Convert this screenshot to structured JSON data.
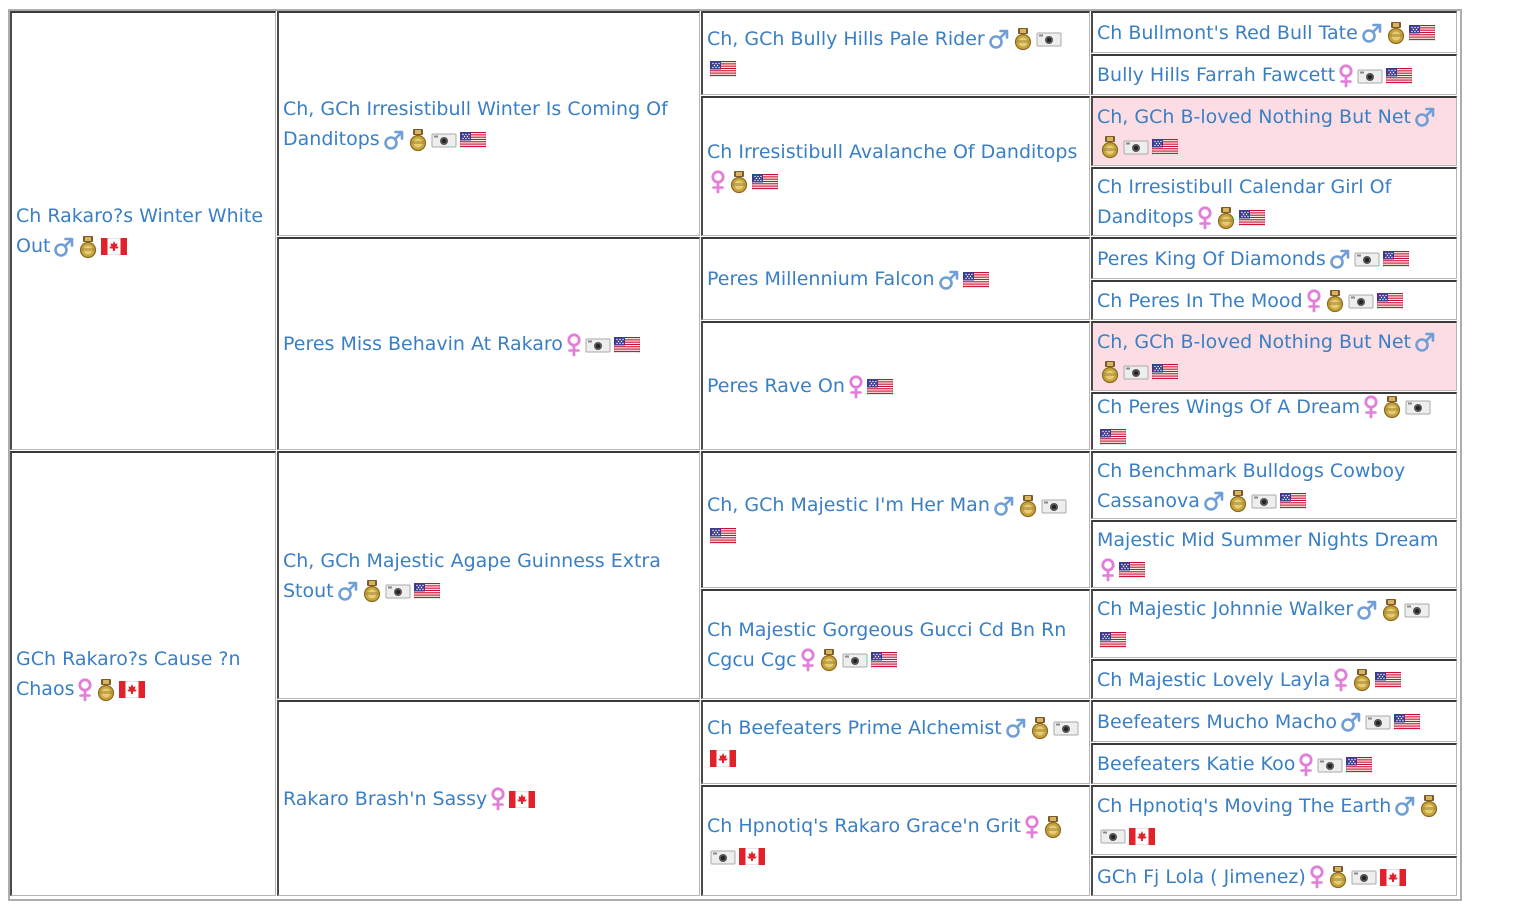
{
  "colors": {
    "link": "#3a7fc4",
    "highlight_bg": "#fcdde3",
    "border_dark": "#3a3a3a",
    "border_light": "#b6b6b6",
    "male_symbol": "#6f9fd6",
    "female_symbol": "#e27fd9",
    "medal": "#c8a53c"
  },
  "pedigree": [
    {
      "name": "Ch Rakaro?s Winter White Out",
      "icons": [
        "male-icon",
        "champion-medal-icon",
        "canada-flag-icon"
      ],
      "sire": {
        "name": "Ch, GCh Irresistibull Winter Is Coming Of Danditops",
        "icons": [
          "male-icon",
          "champion-medal-icon",
          "camera-icon",
          "usa-flag-icon"
        ],
        "sire": {
          "name": "Ch, GCh Bully Hills Pale Rider",
          "icons": [
            "male-icon",
            "champion-medal-icon",
            "camera-icon",
            "usa-flag-icon"
          ],
          "sire": {
            "name": "Ch Bullmont's Red Bull Tate",
            "icons": [
              "male-icon",
              "champion-medal-icon",
              "usa-flag-icon"
            ],
            "highlight": false
          },
          "dam": {
            "name": "Bully Hills Farrah Fawcett",
            "icons": [
              "female-icon",
              "camera-icon",
              "usa-flag-icon"
            ],
            "highlight": false
          }
        },
        "dam": {
          "name": "Ch Irresistibull Avalanche Of Danditops",
          "icons": [
            "female-icon",
            "champion-medal-icon",
            "usa-flag-icon"
          ],
          "sire": {
            "name": "Ch, GCh B-loved Nothing But Net",
            "icons": [
              "male-icon",
              "champion-medal-icon",
              "camera-icon",
              "usa-flag-icon"
            ],
            "highlight": true
          },
          "dam": {
            "name": "Ch Irresistibull Calendar Girl Of Danditops",
            "icons": [
              "female-icon",
              "champion-medal-icon",
              "usa-flag-icon"
            ],
            "highlight": false
          }
        }
      },
      "dam": {
        "name": "Peres Miss Behavin At Rakaro",
        "icons": [
          "female-icon",
          "camera-icon",
          "usa-flag-icon"
        ],
        "sire": {
          "name": "Peres Millennium Falcon",
          "icons": [
            "male-icon",
            "usa-flag-icon"
          ],
          "sire": {
            "name": "Peres King Of Diamonds",
            "icons": [
              "male-icon",
              "camera-icon",
              "usa-flag-icon"
            ],
            "highlight": false
          },
          "dam": {
            "name": "Ch Peres In The Mood",
            "icons": [
              "female-icon",
              "champion-medal-icon",
              "camera-icon",
              "usa-flag-icon"
            ],
            "highlight": false
          }
        },
        "dam": {
          "name": "Peres Rave On",
          "icons": [
            "female-icon",
            "usa-flag-icon"
          ],
          "sire": {
            "name": "Ch, GCh B-loved Nothing But Net",
            "icons": [
              "male-icon",
              "champion-medal-icon",
              "camera-icon",
              "usa-flag-icon"
            ],
            "highlight": true
          },
          "dam": {
            "name": "Ch Peres Wings Of A Dream",
            "icons": [
              "female-icon",
              "champion-medal-icon",
              "camera-icon",
              "usa-flag-icon"
            ],
            "highlight": false
          }
        }
      }
    },
    {
      "name": "GCh Rakaro?s Cause ?n Chaos",
      "icons": [
        "female-icon",
        "champion-medal-icon",
        "canada-flag-icon"
      ],
      "sire": {
        "name": "Ch, GCh Majestic Agape Guinness Extra Stout",
        "icons": [
          "male-icon",
          "champion-medal-icon",
          "camera-icon",
          "usa-flag-icon"
        ],
        "sire": {
          "name": "Ch, GCh Majestic I'm Her Man",
          "icons": [
            "male-icon",
            "champion-medal-icon",
            "camera-icon",
            "usa-flag-icon"
          ],
          "sire": {
            "name": "Ch Benchmark Bulldogs Cowboy Cassanova",
            "icons": [
              "male-icon",
              "champion-medal-icon",
              "camera-icon",
              "usa-flag-icon"
            ],
            "highlight": false
          },
          "dam": {
            "name": "Majestic Mid Summer Nights Dream",
            "icons": [
              "female-icon",
              "usa-flag-icon"
            ],
            "highlight": false
          }
        },
        "dam": {
          "name": "Ch Majestic Gorgeous Gucci Cd Bn Rn Cgcu Cgc",
          "icons": [
            "female-icon",
            "champion-medal-icon",
            "camera-icon",
            "usa-flag-icon"
          ],
          "sire": {
            "name": "Ch Majestic Johnnie Walker",
            "icons": [
              "male-icon",
              "champion-medal-icon",
              "camera-icon",
              "usa-flag-icon"
            ],
            "highlight": false
          },
          "dam": {
            "name": "Ch Majestic Lovely Layla",
            "icons": [
              "female-icon",
              "champion-medal-icon",
              "usa-flag-icon"
            ],
            "highlight": false
          }
        }
      },
      "dam": {
        "name": "Rakaro Brash'n Sassy",
        "icons": [
          "female-icon",
          "canada-flag-icon"
        ],
        "sire": {
          "name": "Ch Beefeaters Prime Alchemist",
          "icons": [
            "male-icon",
            "champion-medal-icon",
            "camera-icon",
            "canada-flag-icon"
          ],
          "sire": {
            "name": "Beefeaters Mucho Macho",
            "icons": [
              "male-icon",
              "camera-icon",
              "usa-flag-icon"
            ],
            "highlight": false
          },
          "dam": {
            "name": "Beefeaters Katie Koo",
            "icons": [
              "female-icon",
              "camera-icon",
              "usa-flag-icon"
            ],
            "highlight": false
          }
        },
        "dam": {
          "name": "Ch Hpnotiq's Rakaro Grace'n Grit",
          "icons": [
            "female-icon",
            "champion-medal-icon",
            "camera-icon",
            "canada-flag-icon"
          ],
          "sire": {
            "name": "Ch Hpnotiq's Moving The Earth",
            "icons": [
              "male-icon",
              "champion-medal-icon",
              "camera-icon",
              "canada-flag-icon"
            ],
            "highlight": false
          },
          "dam": {
            "name": "GCh Fj Lola ( Jimenez)",
            "icons": [
              "female-icon",
              "champion-medal-icon",
              "camera-icon",
              "canada-flag-icon"
            ],
            "highlight": false
          }
        }
      }
    }
  ]
}
